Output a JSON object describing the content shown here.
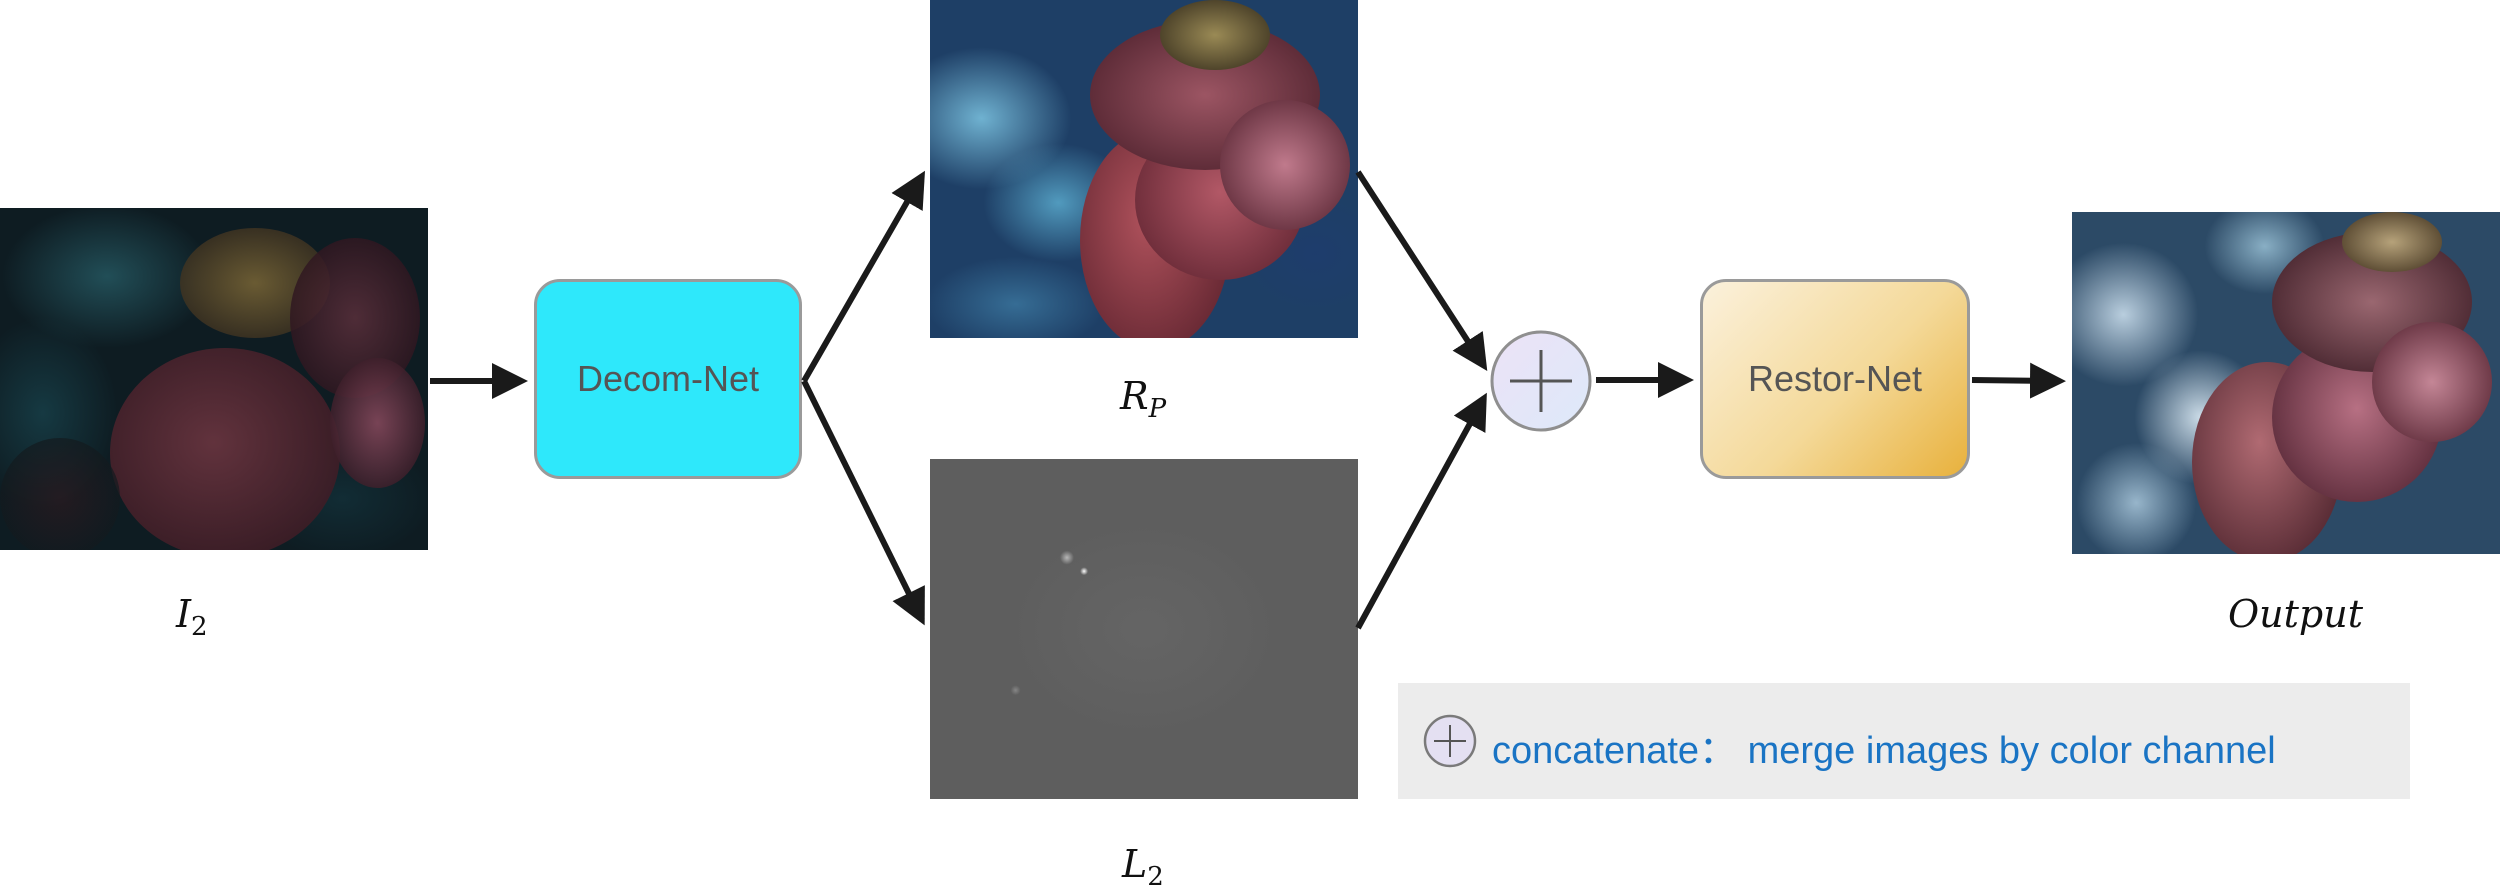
{
  "nodes": {
    "decom_net": "Decom-Net",
    "restor_net": "Restor-Net"
  },
  "labels": {
    "input": {
      "base": "I",
      "sub": "2"
    },
    "reflectance": {
      "base": "R",
      "sub": "P"
    },
    "illumination": {
      "base": "L",
      "sub": "2"
    },
    "output": "Output"
  },
  "legend": {
    "symbol": "concatenate-icon",
    "text": "concatenate： merge images by color channel"
  },
  "colors": {
    "decom_net_fill": "#2ee8fb",
    "restor_net_fill": "#f4d999",
    "legend_text": "#1a74c4",
    "arrow": "#1a1a1a"
  }
}
